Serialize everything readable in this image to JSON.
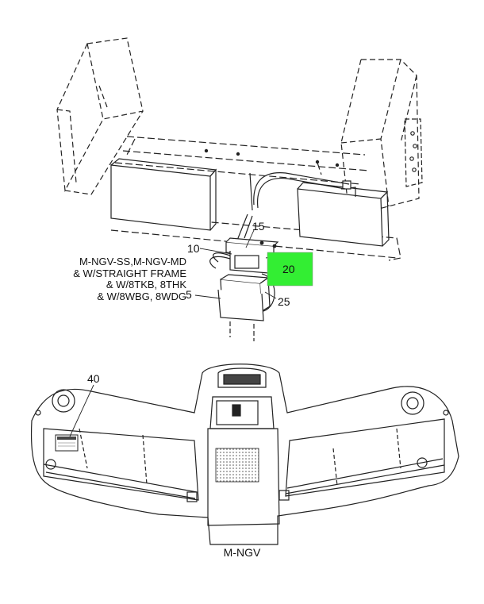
{
  "callouts": {
    "c15": "15",
    "c10": "10",
    "c20": "20",
    "c5": "5",
    "c25": "25",
    "c40": "40"
  },
  "highlight_color": "#33ee33",
  "applicability_note": [
    "M-NGV-SS,M-NGV-MD",
    "& W/STRAIGHT FRAME",
    "& W/8TKB, 8THK",
    "& W/8WBG, 8WDG"
  ],
  "caption": "M-NGV"
}
